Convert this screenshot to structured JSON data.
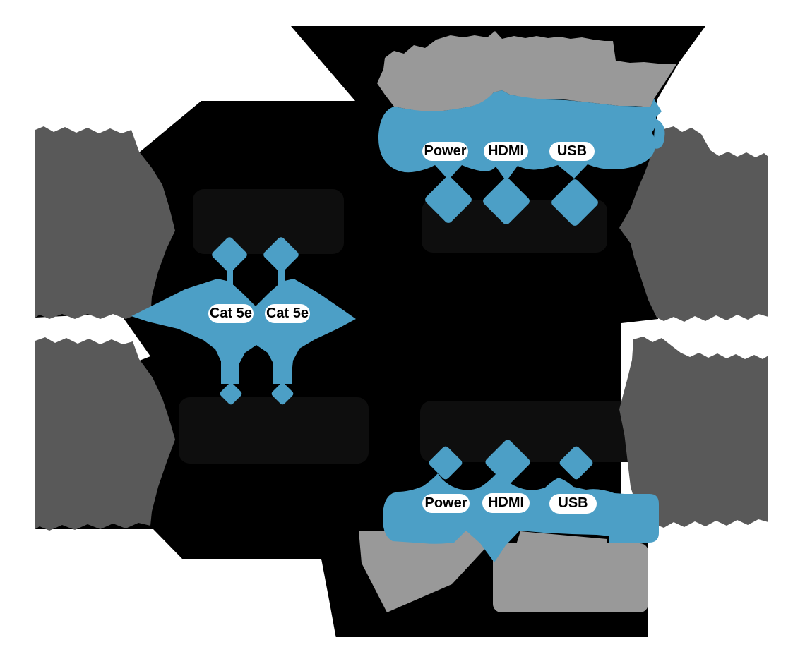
{
  "diagram": {
    "description": "HDMI and USB over Cat 5e extender connection diagram shown on black background",
    "colors": {
      "background": "#000000",
      "highlight_blue": "#4C9FC6",
      "device_gray_dark": "#595959",
      "device_gray_light": "#999999",
      "unit_box_black": "#0E0E0E",
      "label_background": "#FFFFFF",
      "label_text": "#000000"
    },
    "top_unit": {
      "port_labels": [
        "Power",
        "HDMI",
        "USB"
      ]
    },
    "middle_cables": {
      "labels": [
        "Cat 5e",
        "Cat 5e"
      ]
    },
    "bottom_unit": {
      "port_labels": [
        "Power",
        "HDMI",
        "USB"
      ]
    }
  }
}
